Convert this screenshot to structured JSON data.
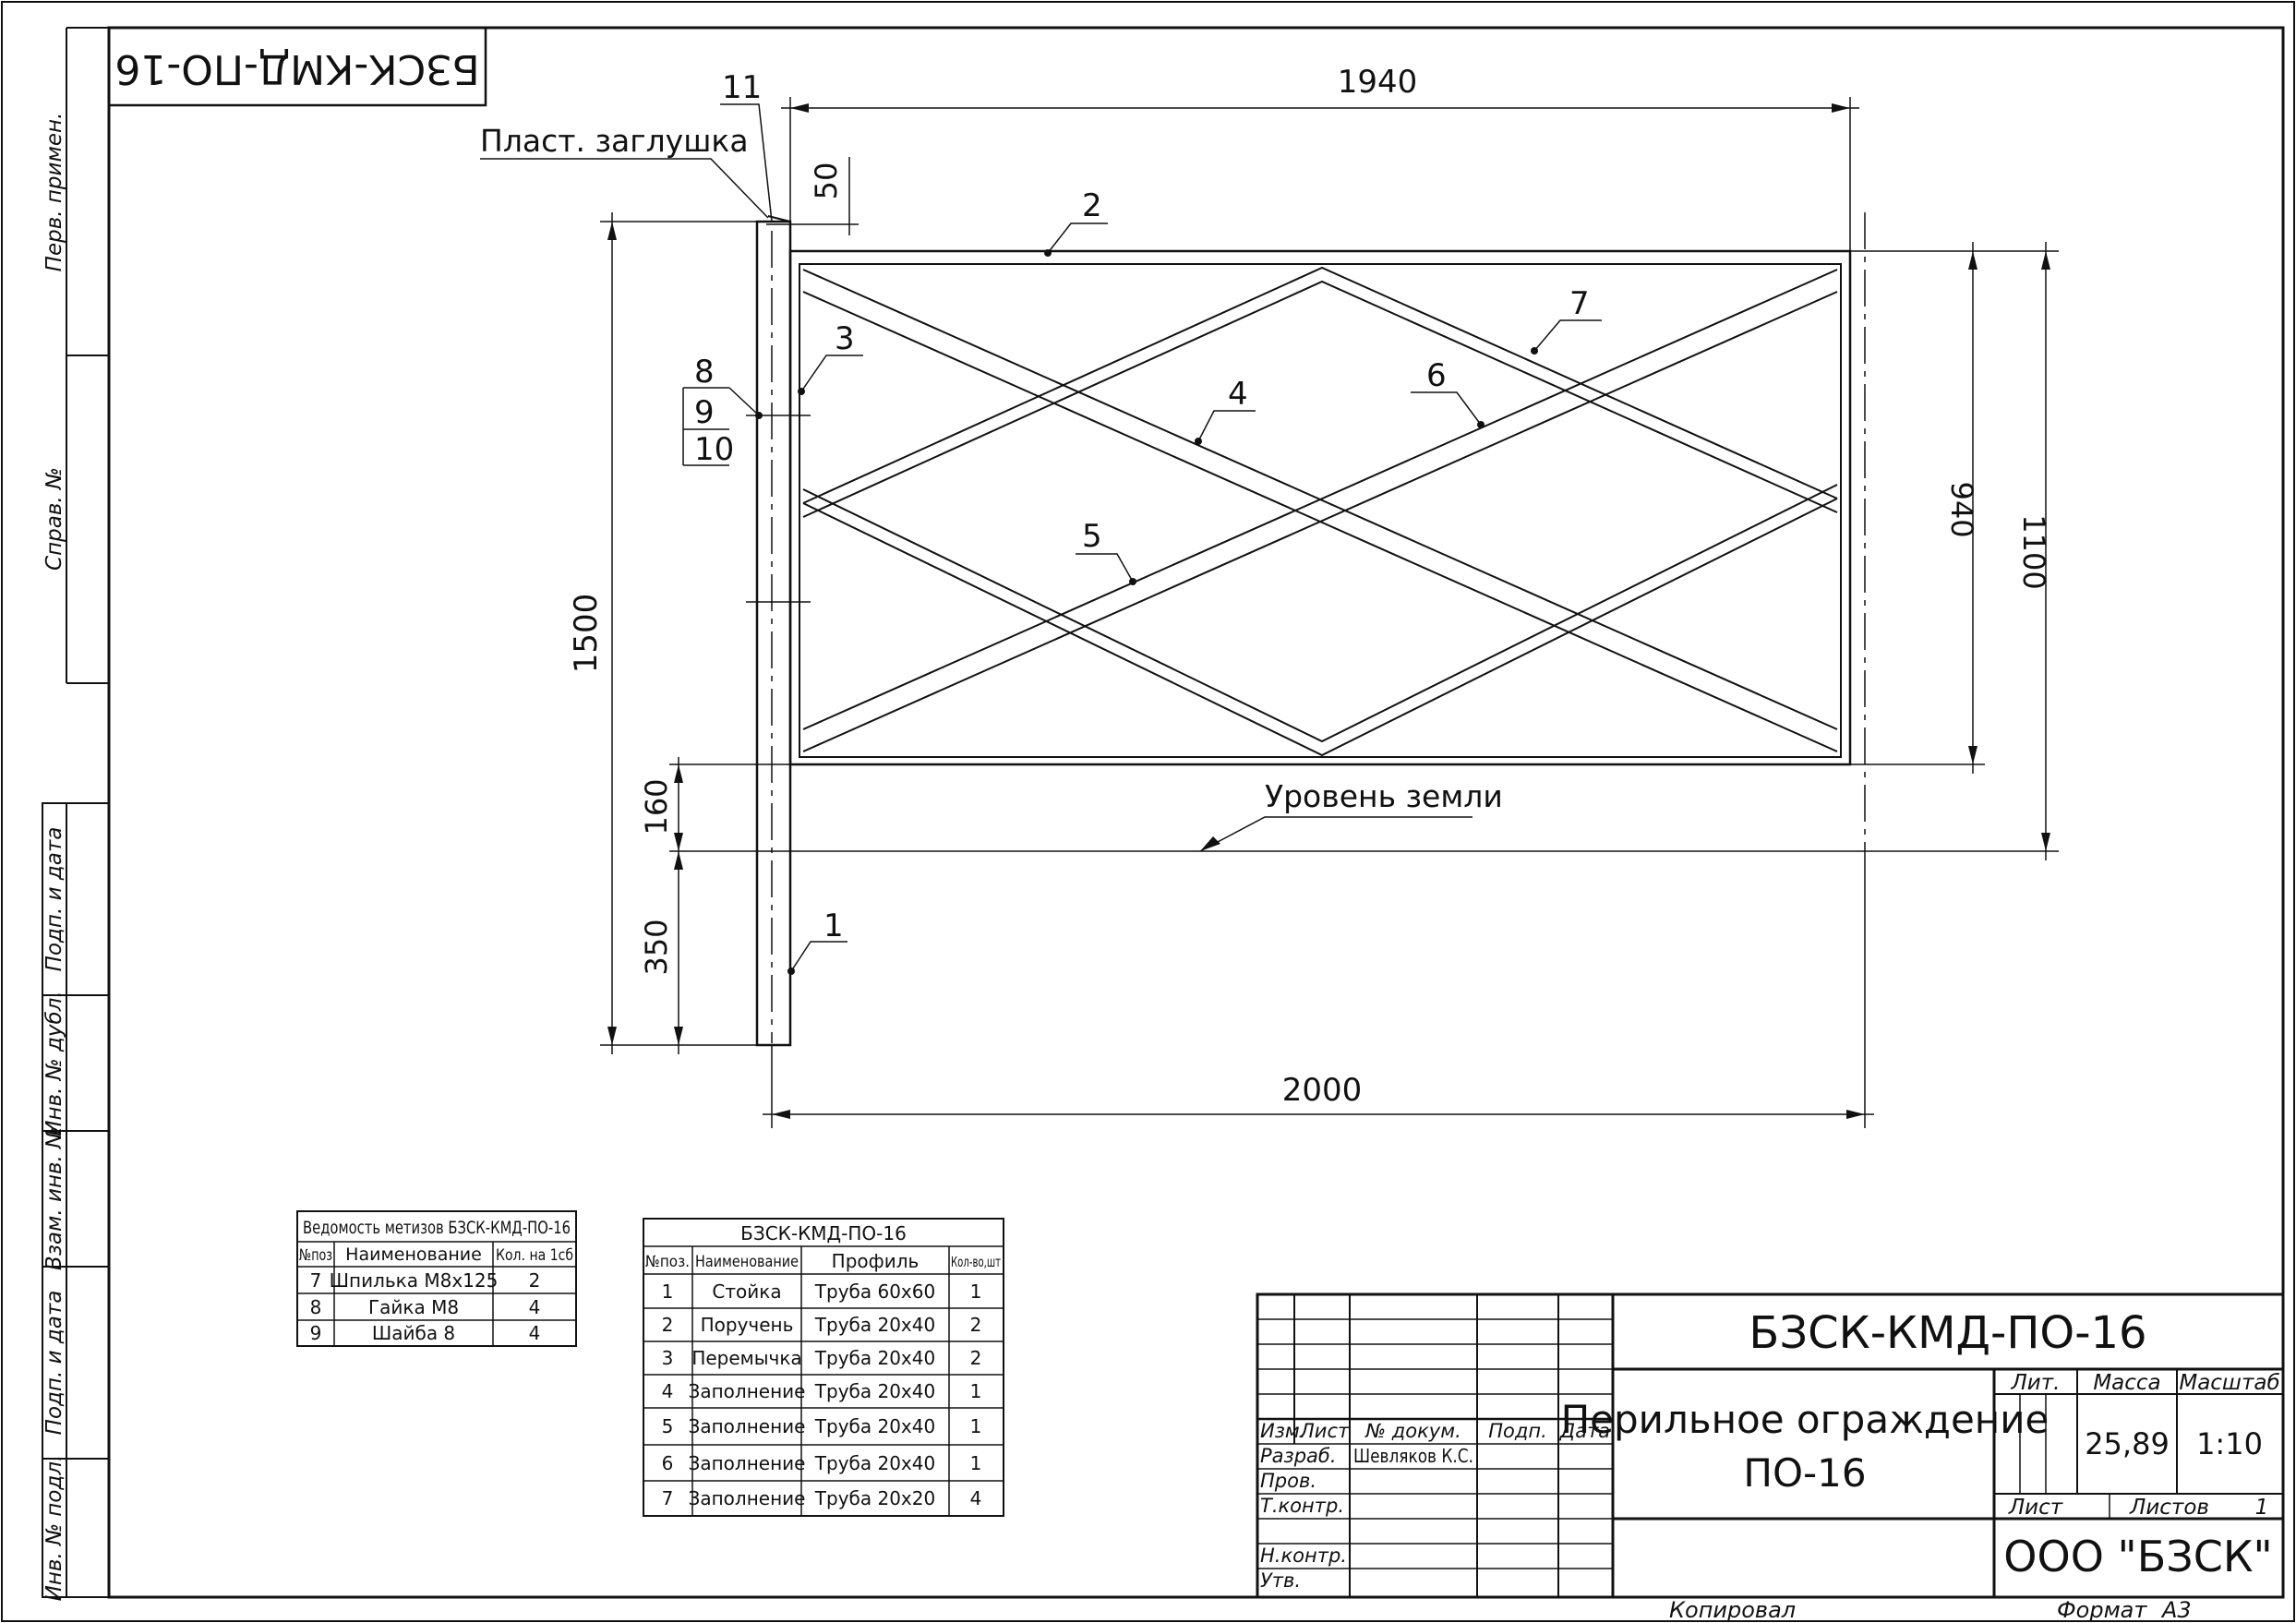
{
  "frame": {
    "stamp_code": "БЗСК-КМД-ПО-16",
    "side_labels": [
      "Перв. примен.",
      "Справ. №",
      "Подп. и дата",
      "Инв. № дубл.",
      "Взам. инв. №",
      "Подп. и дата",
      "Инв. № подл."
    ],
    "copied_by_label": "Копировал",
    "format_label": "Формат",
    "format_value": "А3"
  },
  "drawing": {
    "dims": {
      "width_top": "1940",
      "width_bottom": "2000",
      "offset_50": "50",
      "height_total": "1500",
      "height_infill": "940",
      "height_above_post": "1100",
      "gap_160": "160",
      "embed_350": "350"
    },
    "callouts": [
      "1",
      "2",
      "3",
      "4",
      "5",
      "6",
      "7",
      "8",
      "9",
      "10",
      "11"
    ],
    "plug_label": "Пласт. заглушка",
    "ground_label": "Уровень земли"
  },
  "hardware_table": {
    "title": "Ведомость метизов БЗСК-КМД-ПО-16",
    "headers": [
      "№поз",
      "Наименование",
      "Кол. на 1сб"
    ],
    "rows": [
      [
        "7",
        "Шпилька М8х125",
        "2"
      ],
      [
        "8",
        "Гайка М8",
        "4"
      ],
      [
        "9",
        "Шайба 8",
        "4"
      ]
    ]
  },
  "parts_table": {
    "title": "БЗСК-КМД-ПО-16",
    "headers": [
      "№поз.",
      "Наименование",
      "Профиль",
      "Кол-во,шт"
    ],
    "rows": [
      [
        "1",
        "Стойка",
        "Труба 60х60",
        "1"
      ],
      [
        "2",
        "Поручень",
        "Труба 20х40",
        "2"
      ],
      [
        "3",
        "Перемычка",
        "Труба 20х40",
        "2"
      ],
      [
        "4",
        "Заполнение",
        "Труба 20х40",
        "1"
      ],
      [
        "5",
        "Заполнение",
        "Труба 20х40",
        "1"
      ],
      [
        "6",
        "Заполнение",
        "Труба 20х40",
        "1"
      ],
      [
        "7",
        "Заполнение",
        "Труба 20х20",
        "4"
      ]
    ]
  },
  "title_block": {
    "code": "БЗСК-КМД-ПО-16",
    "name_line1": "Перильное ограждение",
    "name_line2": "ПО-16",
    "col_labels": [
      "Изм.",
      "Лист",
      "№ докум.",
      "Подп.",
      "Дата"
    ],
    "row_labels": [
      "Разраб.",
      "Пров.",
      "Т.контр.",
      "Н.контр.",
      "Утв."
    ],
    "developer": "Шевляков К.С.",
    "lit_label": "Лит.",
    "mass_label": "Масса",
    "scale_label": "Масштаб",
    "mass": "25,89",
    "scale": "1:10",
    "sheet_label": "Лист",
    "sheets_label": "Листов",
    "sheets_value": "1",
    "company": "ООО \"БЗСК\""
  }
}
